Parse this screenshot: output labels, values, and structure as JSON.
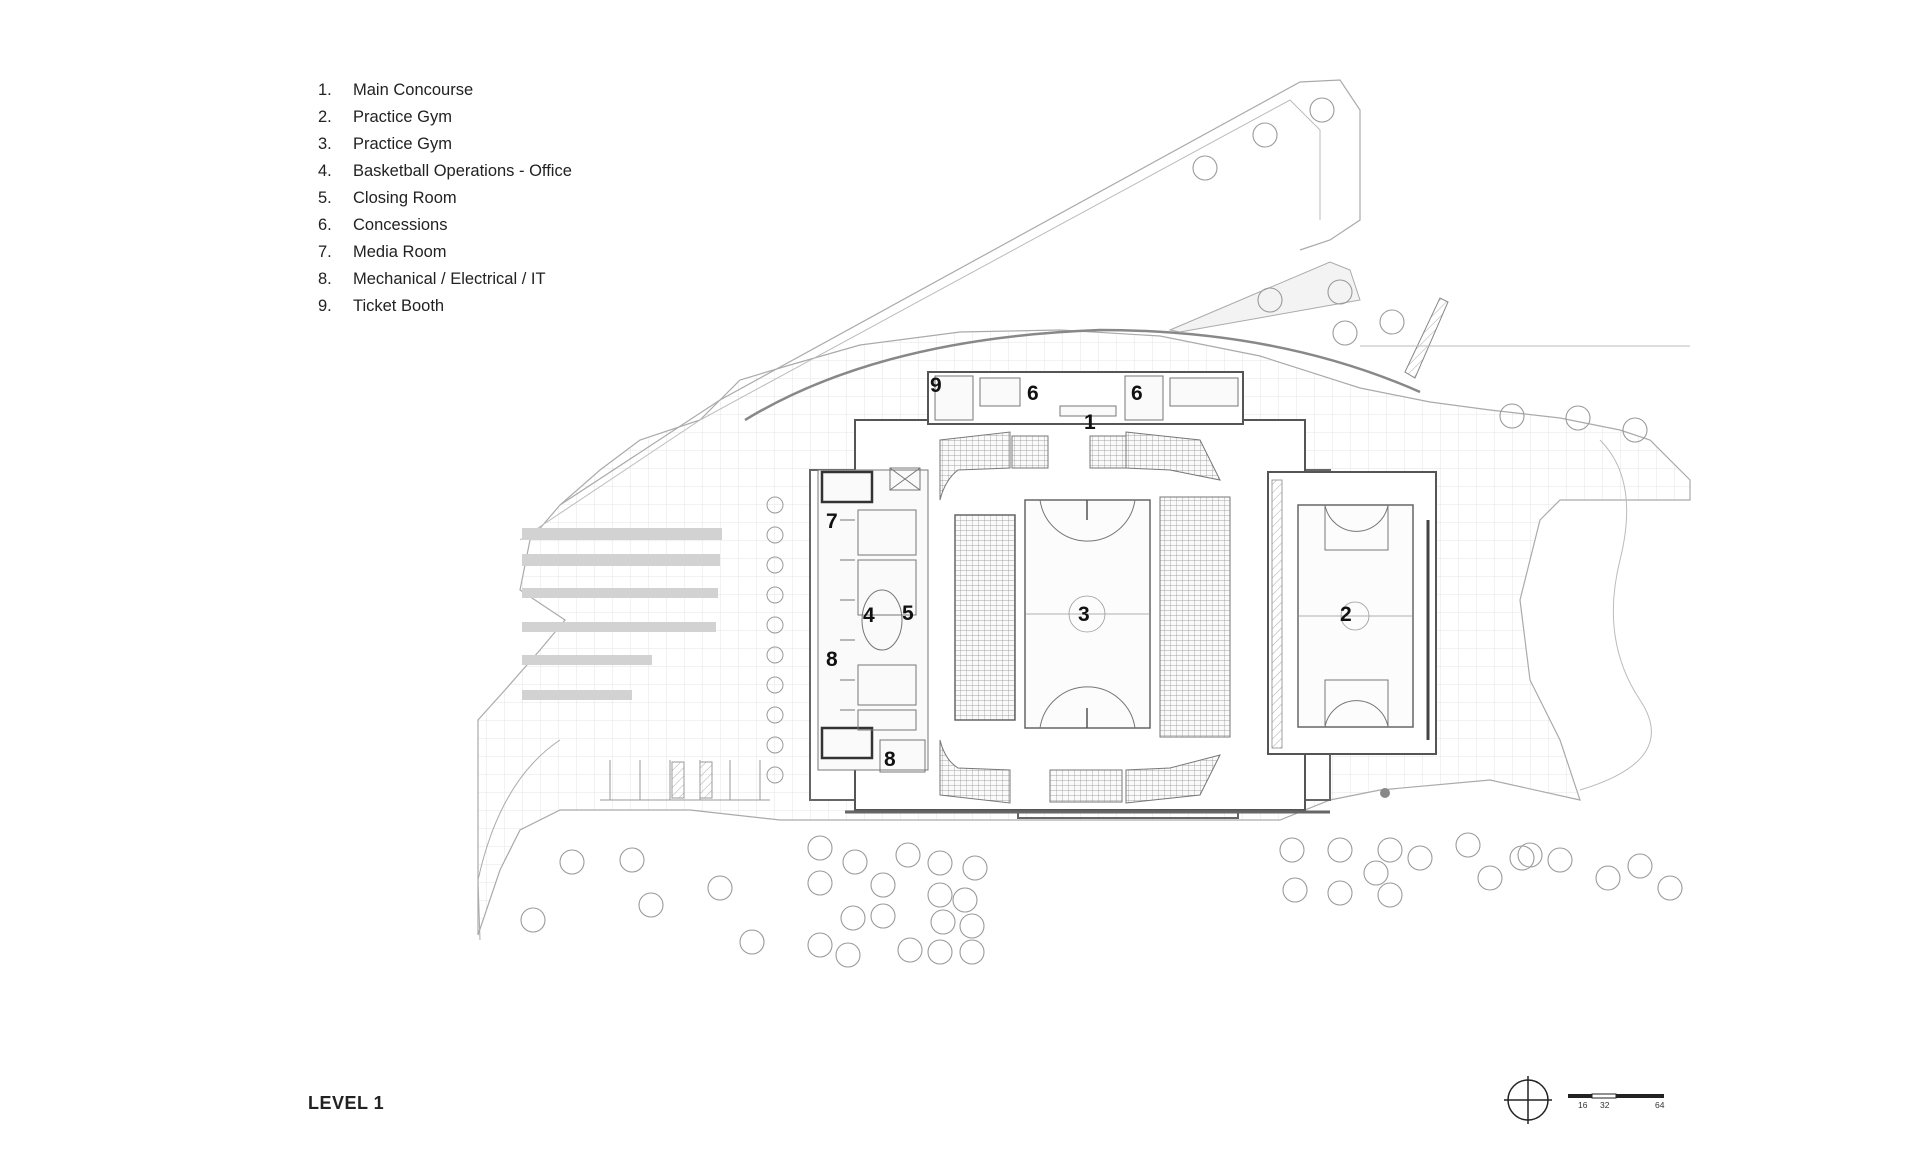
{
  "legend": [
    {
      "num": "1.",
      "name": "Main Concourse"
    },
    {
      "num": "2.",
      "name": "Practice Gym"
    },
    {
      "num": "3.",
      "name": "Practice Gym"
    },
    {
      "num": "4.",
      "name": "Basketball Operations - Office"
    },
    {
      "num": "5.",
      "name": "Closing Room"
    },
    {
      "num": "6.",
      "name": "Concessions"
    },
    {
      "num": "7.",
      "name": "Media Room"
    },
    {
      "num": "8.",
      "name": "Mechanical / Electrical / IT"
    },
    {
      "num": "9.",
      "name": "Ticket Booth"
    }
  ],
  "plan_labels": {
    "main_concourse": "1",
    "practice_gym_east": "2",
    "practice_gym_main": "3",
    "basketball_ops": "4",
    "closing_room": "5",
    "concessions_west": "6",
    "concessions_east": "6",
    "media_room": "7",
    "mechanical_north": "8",
    "mechanical_south": "8",
    "ticket_booth": "9"
  },
  "level_title": "LEVEL 1",
  "scale_bar": {
    "tick_1": "16",
    "tick_2": "32",
    "tick_3": "64"
  },
  "icons": {
    "north": "north-arrow-icon"
  },
  "colors": {
    "line": "#9a9a9a",
    "wall": "#555555",
    "label": "#111111",
    "background": "#ffffff"
  }
}
